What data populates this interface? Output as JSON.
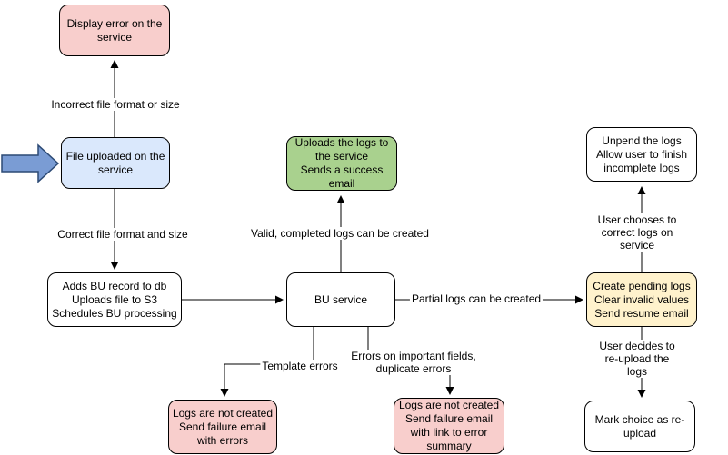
{
  "diagram": {
    "title": "File upload / BU processing flowchart",
    "nodes": {
      "display_error": {
        "label": "Display error on the service",
        "color": "#f8cecc"
      },
      "file_uploaded": {
        "label": "File uploaded on the service",
        "color": "#dae8fc"
      },
      "adds_bu": {
        "label": "Adds BU record to db\nUploads file to S3\nSchedules BU processing",
        "color": "#ffffff"
      },
      "bu_service": {
        "label": "BU service",
        "color": "#ffffff"
      },
      "uploads_logs": {
        "label": "Uploads the logs to the service\nSends a success email",
        "color": "#a9d18e"
      },
      "unpend": {
        "label": "Unpend the logs\nAllow user to finish incomplete logs",
        "color": "#ffffff"
      },
      "create_pending": {
        "label": "Create pending logs\nClear invalid values\nSend resume email",
        "color": "#fff2cc"
      },
      "mark_choice": {
        "label": "Mark choice as re-\nupload",
        "color": "#ffffff"
      },
      "logs_fail_1": {
        "label": "Logs are not created\nSend failure email with errors",
        "color": "#f8cecc"
      },
      "logs_fail_2": {
        "label": "Logs are not created\nSend failure email with link to error summary",
        "color": "#f8cecc"
      }
    },
    "edges": {
      "incorrect": {
        "label": "Incorrect file format or size"
      },
      "correct": {
        "label": "Correct file format and size"
      },
      "valid": {
        "label": "Valid, completed logs can be created"
      },
      "partial": {
        "label": "Partial logs can be created"
      },
      "template": {
        "label": "Template errors"
      },
      "important": {
        "label": "Errors on important fields,\nduplicate errors"
      },
      "choose": {
        "label": "User chooses to correct logs on service"
      },
      "reupload": {
        "label": "User decides to re-upload the logs"
      }
    },
    "colors": {
      "node_red": "#f8cecc",
      "node_blue": "#dae8fc",
      "node_green": "#a9d18e",
      "node_yellow": "#fff2cc",
      "node_white": "#ffffff",
      "node_border": "#000000",
      "connector": "#000000",
      "entry_arrow_fill": "#7a9cd4",
      "entry_arrow_stroke": "#2c4a75",
      "background": "#ffffff"
    }
  }
}
